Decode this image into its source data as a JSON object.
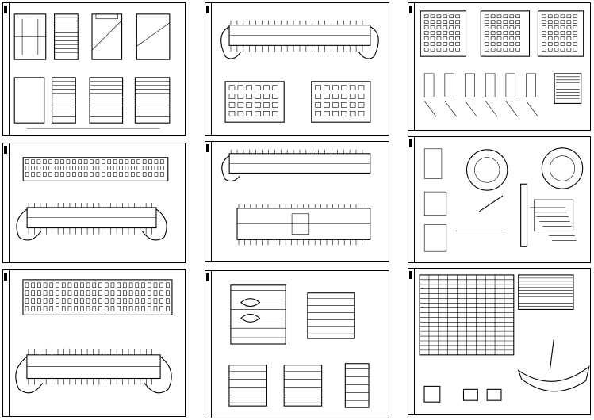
{
  "sheets": [
    {
      "id": "s1",
      "kind": "stair-plans"
    },
    {
      "id": "s2",
      "kind": "plan-elevation"
    },
    {
      "id": "s3",
      "kind": "room-details"
    },
    {
      "id": "s4",
      "kind": "elevation-plan"
    },
    {
      "id": "s5",
      "kind": "plan-plan"
    },
    {
      "id": "s6",
      "kind": "section-details"
    },
    {
      "id": "s7",
      "kind": "elevation-plan-2"
    },
    {
      "id": "s8",
      "kind": "enlarged-plans"
    },
    {
      "id": "s9",
      "kind": "schedule-plan"
    }
  ],
  "colors": {
    "line": "#000000",
    "paper": "#ffffff"
  }
}
